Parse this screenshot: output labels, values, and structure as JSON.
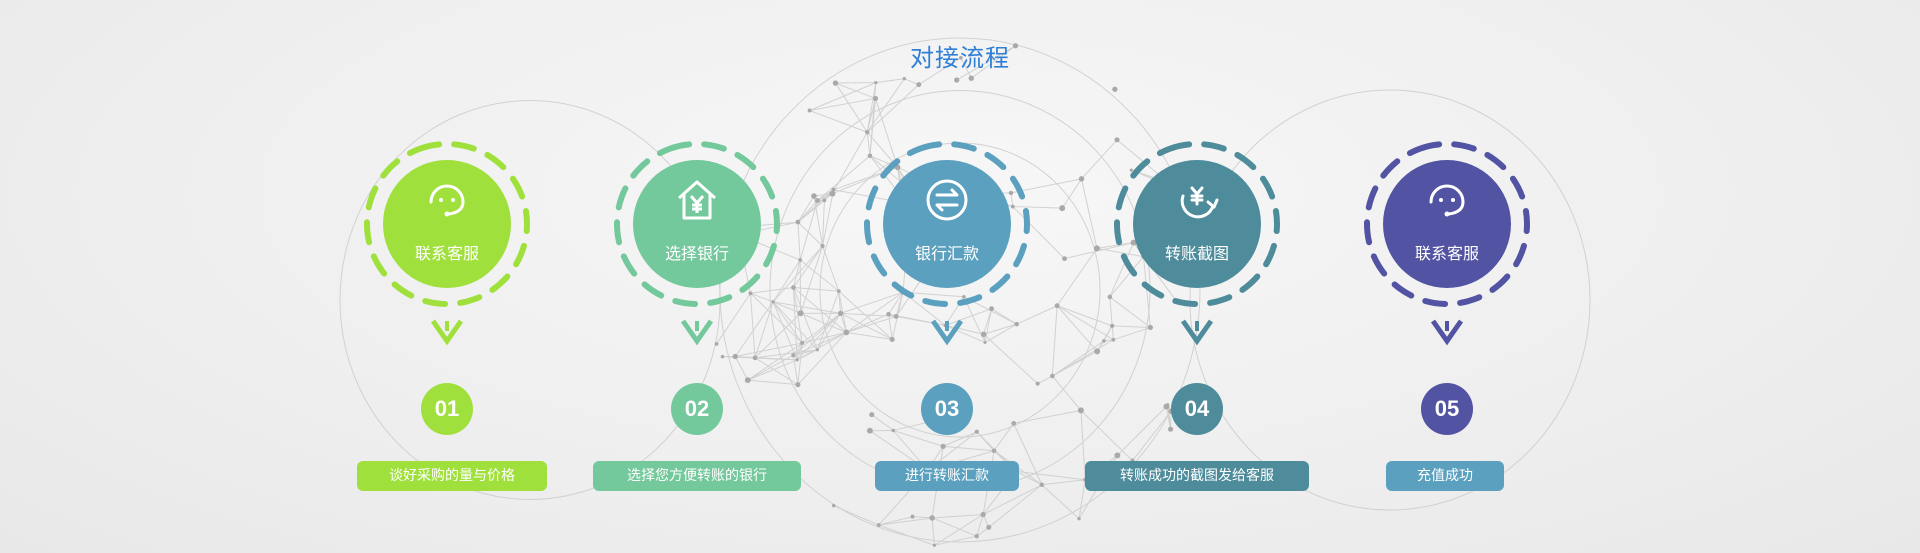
{
  "page": {
    "title": "对接流程"
  },
  "steps": [
    {
      "label": "联系客服",
      "number": "01",
      "description": "谈好采购的量与价格",
      "color": "#a0e03c",
      "icon": "headset-icon"
    },
    {
      "label": "选择银行",
      "number": "02",
      "description": "选择您方便转账的银行",
      "color": "#73c99b",
      "icon": "bank-icon"
    },
    {
      "label": "银行汇款",
      "number": "03",
      "description": "进行转账汇款",
      "color": "#5ba0bf",
      "icon": "transfer-icon"
    },
    {
      "label": "转账截图",
      "number": "04",
      "description": "转账成功的截图发给客服",
      "color": "#4e8c9c",
      "icon": "payment-screenshot-icon"
    },
    {
      "label": "联系客服",
      "number": "05",
      "description": "充值成功",
      "color": "#5254a3",
      "icon": "headset-icon"
    }
  ],
  "colors": {
    "title": "#2f7fd6",
    "step5_description_bg": "#5ba0bf"
  }
}
